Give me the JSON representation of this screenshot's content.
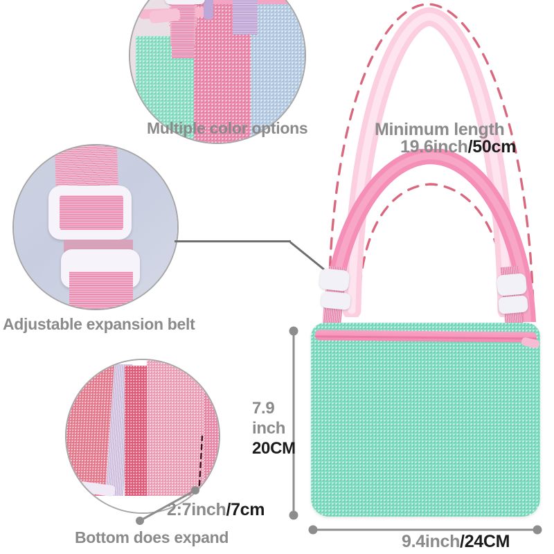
{
  "page": {
    "title": "Mesh Beach Bag Feature Infographic",
    "background_color": "#ffffff"
  },
  "callouts": [
    {
      "id": "multiple-color-options",
      "caption": "Multiple color options",
      "caption_color": "#8a8a8a",
      "description": "Circular photo crop showing stacked mesh bags in pink, mint green, lavender, light blue and orange with zippers and adjustable strap buckles"
    },
    {
      "id": "adjustable-expansion-belt",
      "caption": "Adjustable expansion belt",
      "caption_color": "#8a8a8a",
      "description": "Close-up of a pink woven webbing strap threaded through a white plastic slider buckle on a lavender-grey background"
    },
    {
      "id": "bottom-does-expand",
      "caption": "Bottom does expand",
      "caption_color": "#8a8a8a",
      "description": "Close-up of the pink mesh bag side gusset with a dashed outline tracing the expanded base"
    }
  ],
  "measurements": {
    "strap": {
      "title": "Minimum length",
      "imperial": "19.6inch",
      "metric": "/50cm",
      "imperial_color": "#8a8a8a",
      "metric_color": "#1b1b1b"
    },
    "depth": {
      "imperial": "2:7inch",
      "metric": "/7cm",
      "imperial_color": "#8a8a8a",
      "metric_color": "#1b1b1b"
    },
    "height": {
      "imperial_line1": "7.9",
      "imperial_line2": "inch",
      "metric": "20CM",
      "imperial_color": "#8a8a8a",
      "metric_color": "#1b1b1b"
    },
    "width": {
      "imperial": "9.4inch",
      "metric": "/24CM",
      "imperial_color": "#8a8a8a",
      "metric_color": "#1b1b1b"
    }
  },
  "product": {
    "name": "mesh-tote-bag",
    "body_color": "#7fe0c4",
    "zipper_color": "#f9a3c4",
    "strap_color": "#f58fb8",
    "strap_ghost_color": "#fbcfdf",
    "buckle_color": "#f2f0f7",
    "dashed_arc_color": "#d9687f"
  },
  "colors": {
    "mesh_pink": "#f08bb0",
    "mesh_mint": "#8fe3c8",
    "mesh_purple": "#c7a8e0",
    "mesh_blue": "#b9cfe8",
    "mesh_orange": "#f4702a",
    "mesh_lightpink": "#f5b9cd",
    "measurement_gray": "#8d8d8d",
    "circle_border": "#a6a6a6"
  }
}
